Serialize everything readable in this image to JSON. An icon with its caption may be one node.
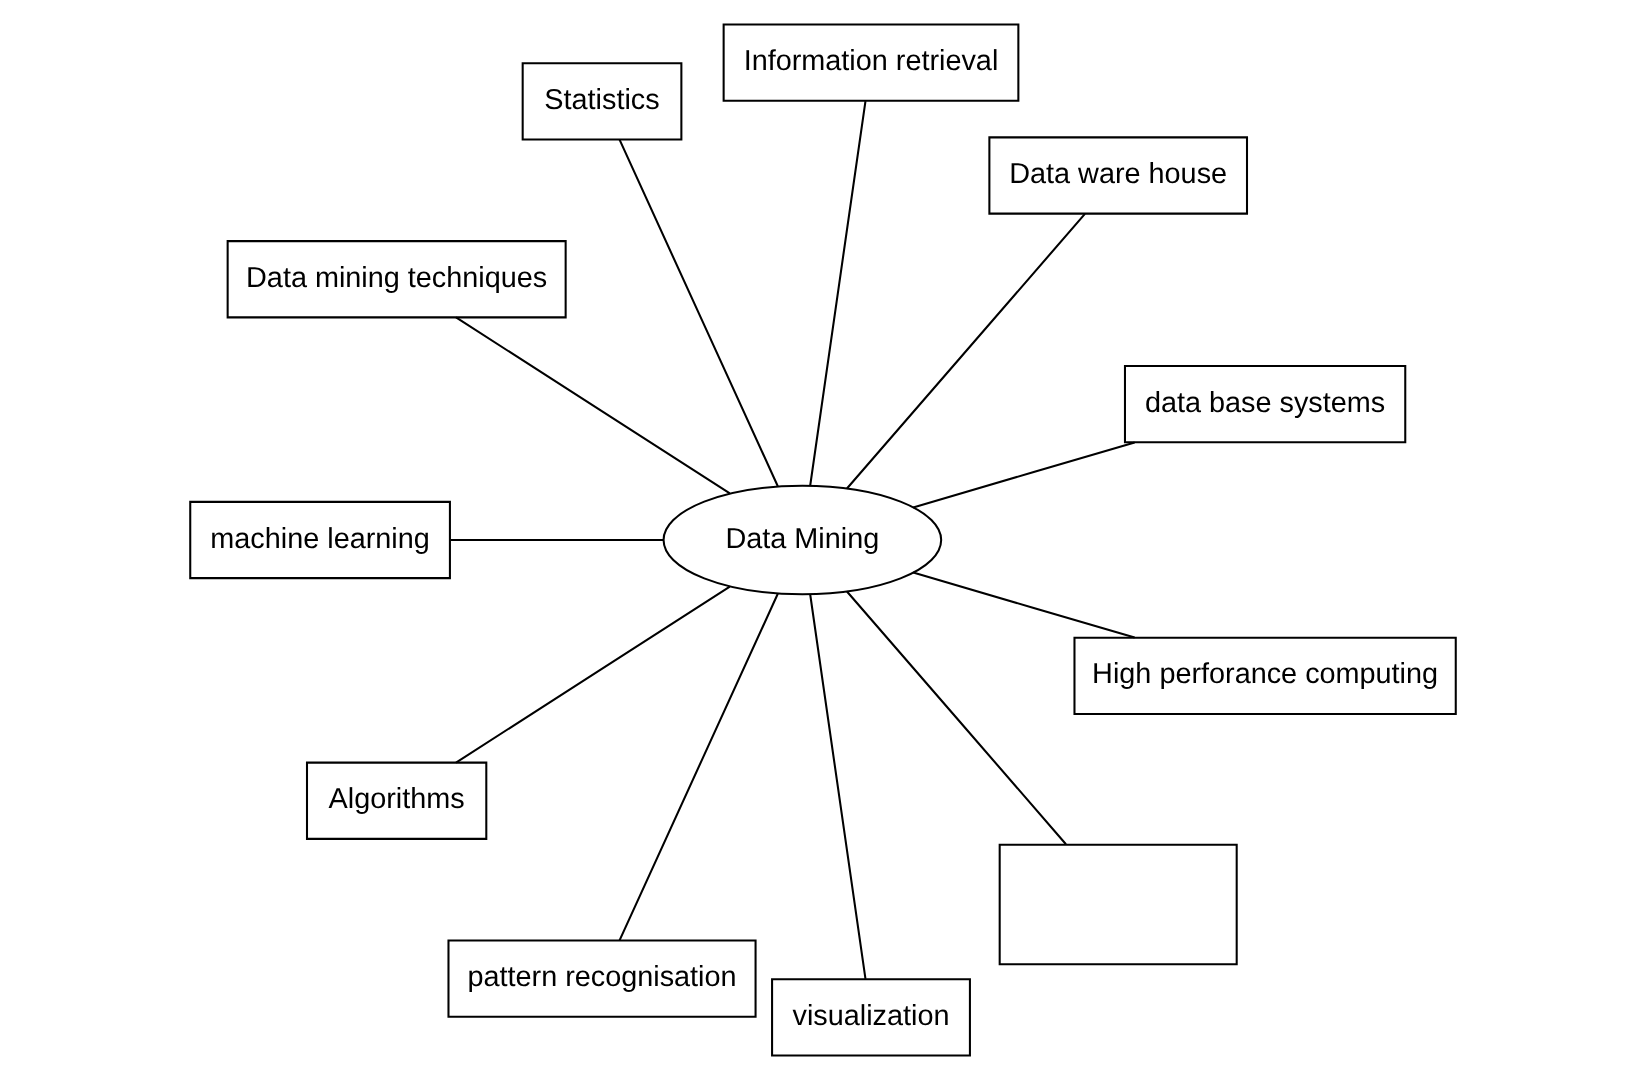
{
  "diagram": {
    "nodes": [
      {
        "text": [
          "data base systems"
        ]
      },
      {
        "text": [
          "Data ware house"
        ]
      },
      {
        "text": [
          "Information retrieval"
        ]
      },
      {
        "text": [
          "Statistics"
        ]
      },
      {
        "text": [
          "Data mining techniques"
        ]
      },
      {
        "text": [
          "machine learning"
        ]
      },
      {
        "text": [
          "Data Mining"
        ]
      },
      {
        "text": [
          "Algorithms"
        ]
      },
      {
        "text": [
          "pattern recognisation"
        ]
      },
      {
        "text": [
          "visualization"
        ]
      },
      {
        "text": [],
        "shape": "box"
      },
      {
        "text": [
          "High perforance computing"
        ]
      }
    ],
    "edges": [
      {
        "from": 6,
        "to": 3,
        "arrow": "none"
      },
      {
        "from": 6,
        "to": 0,
        "arrow": "none"
      },
      {
        "from": 6,
        "to": 1,
        "arrow": "none"
      },
      {
        "from": 6,
        "to": 2,
        "arrow": "none"
      },
      {
        "from": 6,
        "to": 4,
        "arrow": "none"
      },
      {
        "from": 6,
        "to": 7,
        "arrow": "none"
      },
      {
        "from": 6,
        "to": 9,
        "arrow": "none"
      },
      {
        "from": 6,
        "to": 11,
        "arrow": "none"
      },
      {
        "from": 6,
        "to": 10,
        "arrow": "none"
      },
      {
        "from": 6,
        "to": 8,
        "arrow": "none"
      },
      {
        "from": 6,
        "to": 5,
        "arrow": "none"
      }
    ]
  }
}
